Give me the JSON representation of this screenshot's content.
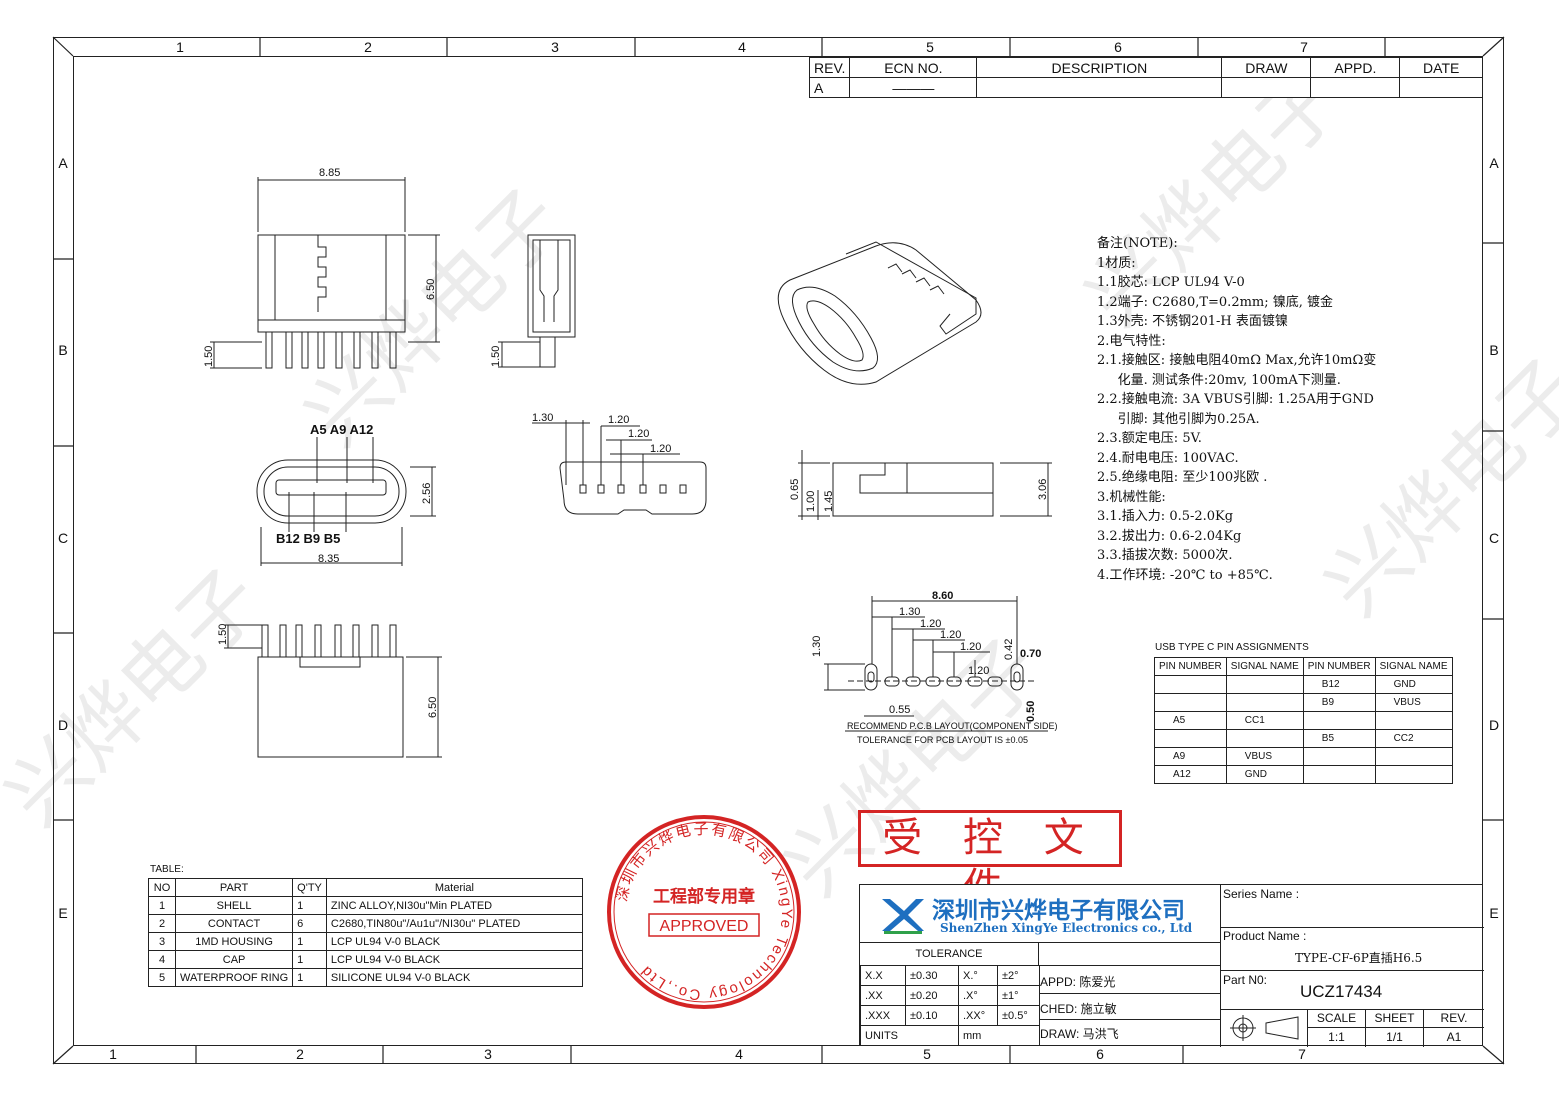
{
  "border": {
    "top_zones": [
      "1",
      "2",
      "3",
      "4",
      "5",
      "6",
      "7"
    ],
    "bottom_zones": [
      "1",
      "2",
      "3",
      "4",
      "5",
      "6",
      "7"
    ],
    "side_zones": [
      "A",
      "B",
      "C",
      "D",
      "E"
    ]
  },
  "revision_table": {
    "headers": [
      "REV.",
      "ECN  NO.",
      "DESCRIPTION",
      "DRAW",
      "APPD.",
      "DATE"
    ],
    "row": [
      "A",
      "———",
      "",
      "",
      "",
      ""
    ]
  },
  "views": {
    "front_dims": {
      "width": "8.85",
      "height": "6.50",
      "pin": "1.50"
    },
    "side_dims": {
      "pin": "1.50"
    },
    "mouth_labels": {
      "top": "A5  A9  A12",
      "bottom": "B12  B9   B5",
      "width": "8.35",
      "height": "2.56"
    },
    "end_view_dims": {
      "d1": "1.30",
      "d2": "1.20",
      "d3": "1.20",
      "d4": "1.20"
    },
    "profile_dims": {
      "a": "0.65",
      "b": "1.00",
      "c": "1.45",
      "d": "3.06"
    },
    "bottom_dims": {
      "pin": "1.50",
      "height": "6.50"
    },
    "pcb_dims": {
      "total": "8.60",
      "p1": "1.30",
      "p2": "1.20",
      "p3": "1.20",
      "p4": "1.20",
      "p5": "1.20",
      "h": "1.30",
      "w": "0.55",
      "r1": "0.42",
      "r2": "0.70",
      "r3": "0.50"
    },
    "pcb_caption": "RECOMMEND  P.C.B  LAYOUT(COMPONENT  SIDE)",
    "pcb_tolerance": "TOLERANCE  FOR  PCB  LAYOUT  IS  ±0.05"
  },
  "notes": [
    "备注(NOTE):",
    "1材质:",
    "1.1胶芯: LCP UL94 V-0",
    "1.2端子: C2680,T=0.2mm; 镍底, 镀金",
    "1.3外壳: 不锈钢201-H 表面镀镍",
    "2.电气特性:",
    "2.1.接触区: 接触电阻40mΩ Max,允许10mΩ变",
    "     化量. 测试条件:20mv, 100mA下测量.",
    "2.2.接触电流: 3A VBUS引脚: 1.25A用于GND",
    "     引脚: 其他引脚为0.25A.",
    "2.3.额定电压: 5V.",
    "2.4.耐电电压: 100VAC.",
    "2.5.绝缘电阻: 至少100兆欧 .",
    "3.机械性能:",
    "3.1.插入力: 0.5-2.0Kg",
    "3.2.拔出力: 0.6-2.04Kg",
    "3.3.插拔次数: 5000次.",
    "4.工作环境: -20℃ to +85℃."
  ],
  "pin_assignments": {
    "title": "USB  TYPE  C  PIN  ASSIGNMENTS",
    "headers": [
      "PIN  NUMBER",
      "SIGNAL  NAME",
      "PIN  NUMBER",
      "SIGNAL  NAME"
    ],
    "rows": [
      [
        "",
        "",
        "B12",
        "GND"
      ],
      [
        "",
        "",
        "B9",
        "VBUS"
      ],
      [
        "A5",
        "CC1",
        "",
        ""
      ],
      [
        "",
        "",
        "B5",
        "CC2"
      ],
      [
        "A9",
        "VBUS",
        "",
        ""
      ],
      [
        "A12",
        "GND",
        "",
        ""
      ]
    ]
  },
  "parts_table": {
    "label": "TABLE:",
    "headers": [
      "NO",
      "PART",
      "Q'TY",
      "Material"
    ],
    "rows": [
      [
        "1",
        "SHELL",
        "1",
        "ZINC  ALLOY,NI30u\"Min  PLATED"
      ],
      [
        "2",
        "CONTACT",
        "6",
        "C2680,TIN80u\"/Au1u\"/NI30u\"  PLATED"
      ],
      [
        "3",
        "1MD  HOUSING",
        "1",
        "LCP  UL94  V-0  BLACK"
      ],
      [
        "4",
        "CAP",
        "1",
        "LCP  UL94  V-0  BLACK"
      ],
      [
        "5",
        "WATERPROOF  RING",
        "1",
        "SILICONE  UL94  V-0  BLACK"
      ]
    ]
  },
  "stamp": {
    "ring_text": "深圳市兴烨电子有限公司 XingYe Technology Co.,Ltd",
    "middle": "工程部专用章",
    "approved": "APPROVED"
  },
  "controlled_doc": "受 控 文 件",
  "company": {
    "name_cn": "深圳市兴烨电子有限公司",
    "name_en": "ShenZhen XingYe Electronics co., Ltd",
    "logo_color": "#1e6fc0"
  },
  "title_block": {
    "series_label": "Series Name :",
    "series_value": "",
    "product_label": "Product Name :",
    "product_value": "TYPE-CF-6P直插H6.5",
    "part_label": "Part N0:",
    "part_value": "UCZ17434",
    "tolerance_label": "TOLERANCE",
    "tolerances": [
      [
        "X.X",
        "±0.30",
        "X.°",
        "±2°"
      ],
      [
        ".XX",
        "±0.20",
        ".X°",
        "±1°"
      ],
      [
        ".XXX",
        "±0.10",
        ".XX°",
        "±0.5°"
      ]
    ],
    "units_label": "UNITS",
    "units_value": "mm",
    "appd": "APPD: 陈爱光",
    "ched": "CHED: 施立敏",
    "draw": "DRAW: 马洪飞",
    "scale_label": "SCALE",
    "scale_value": "1:1",
    "sheet_label": "SHEET",
    "sheet_value": "1/1",
    "rev_label": "REV.",
    "rev_value": "A1"
  },
  "watermark": "兴烨电子",
  "colors": {
    "stamp": "#d42424",
    "line": "#222222",
    "watermark": "#e8e8e8"
  }
}
